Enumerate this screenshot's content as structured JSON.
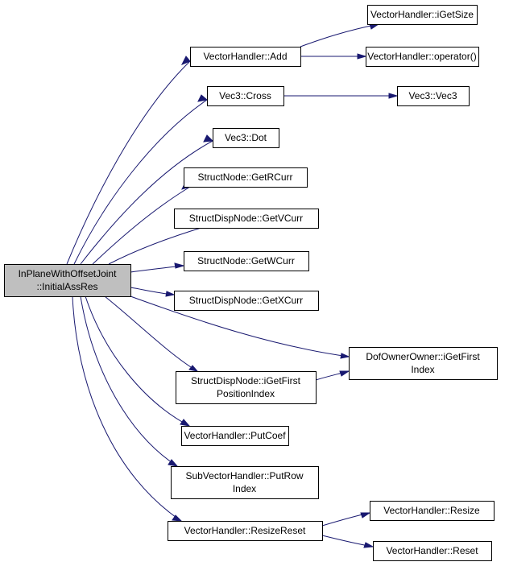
{
  "graph": {
    "root": {
      "lines": [
        "InPlaneWithOffsetJoint",
        "::InitialAssRes"
      ]
    },
    "nodes": [
      {
        "id": "vh-add",
        "lines": [
          "VectorHandler::Add"
        ]
      },
      {
        "id": "vh-igetsize",
        "lines": [
          "VectorHandler::iGetSize"
        ]
      },
      {
        "id": "vh-operator",
        "lines": [
          "VectorHandler::operator()"
        ]
      },
      {
        "id": "vec3-cross",
        "lines": [
          "Vec3::Cross"
        ]
      },
      {
        "id": "vec3-vec3",
        "lines": [
          "Vec3::Vec3"
        ]
      },
      {
        "id": "vec3-dot",
        "lines": [
          "Vec3::Dot"
        ]
      },
      {
        "id": "sn-getrcurr",
        "lines": [
          "StructNode::GetRCurr"
        ]
      },
      {
        "id": "sdn-getvcurr",
        "lines": [
          "StructDispNode::GetVCurr"
        ]
      },
      {
        "id": "sn-getwcurr",
        "lines": [
          "StructNode::GetWCurr"
        ]
      },
      {
        "id": "sdn-getxcurr",
        "lines": [
          "StructDispNode::GetXCurr"
        ]
      },
      {
        "id": "doo-igetfirstindex",
        "lines": [
          "DofOwnerOwner::iGetFirst",
          "Index"
        ]
      },
      {
        "id": "sdn-igetfirstpositionindex",
        "lines": [
          "StructDispNode::iGetFirst",
          "PositionIndex"
        ]
      },
      {
        "id": "vh-putcoef",
        "lines": [
          "VectorHandler::PutCoef"
        ]
      },
      {
        "id": "svh-putrowindex",
        "lines": [
          "SubVectorHandler::PutRow",
          "Index"
        ]
      },
      {
        "id": "vh-resizereset",
        "lines": [
          "VectorHandler::ResizeReset"
        ]
      },
      {
        "id": "vh-resize",
        "lines": [
          "VectorHandler::Resize"
        ]
      },
      {
        "id": "vh-reset",
        "lines": [
          "VectorHandler::Reset"
        ]
      }
    ],
    "edges": [
      {
        "from": "root",
        "to": "vh-add"
      },
      {
        "from": "root",
        "to": "vec3-cross"
      },
      {
        "from": "root",
        "to": "vec3-dot"
      },
      {
        "from": "root",
        "to": "sn-getrcurr"
      },
      {
        "from": "root",
        "to": "sdn-getvcurr"
      },
      {
        "from": "root",
        "to": "sn-getwcurr"
      },
      {
        "from": "root",
        "to": "sdn-getxcurr"
      },
      {
        "from": "root",
        "to": "doo-igetfirstindex"
      },
      {
        "from": "root",
        "to": "sdn-igetfirstpositionindex"
      },
      {
        "from": "root",
        "to": "vh-putcoef"
      },
      {
        "from": "root",
        "to": "svh-putrowindex"
      },
      {
        "from": "root",
        "to": "vh-resizereset"
      },
      {
        "from": "vh-add",
        "to": "vh-igetsize"
      },
      {
        "from": "vh-add",
        "to": "vh-operator"
      },
      {
        "from": "vec3-cross",
        "to": "vec3-vec3"
      },
      {
        "from": "sdn-igetfirstpositionindex",
        "to": "doo-igetfirstindex"
      },
      {
        "from": "vh-resizereset",
        "to": "vh-resize"
      },
      {
        "from": "vh-resizereset",
        "to": "vh-reset"
      }
    ],
    "colors": {
      "edge": "#191970",
      "root_fill": "#bfbfbf",
      "node_fill": "#ffffff",
      "node_stroke": "#000000"
    }
  }
}
